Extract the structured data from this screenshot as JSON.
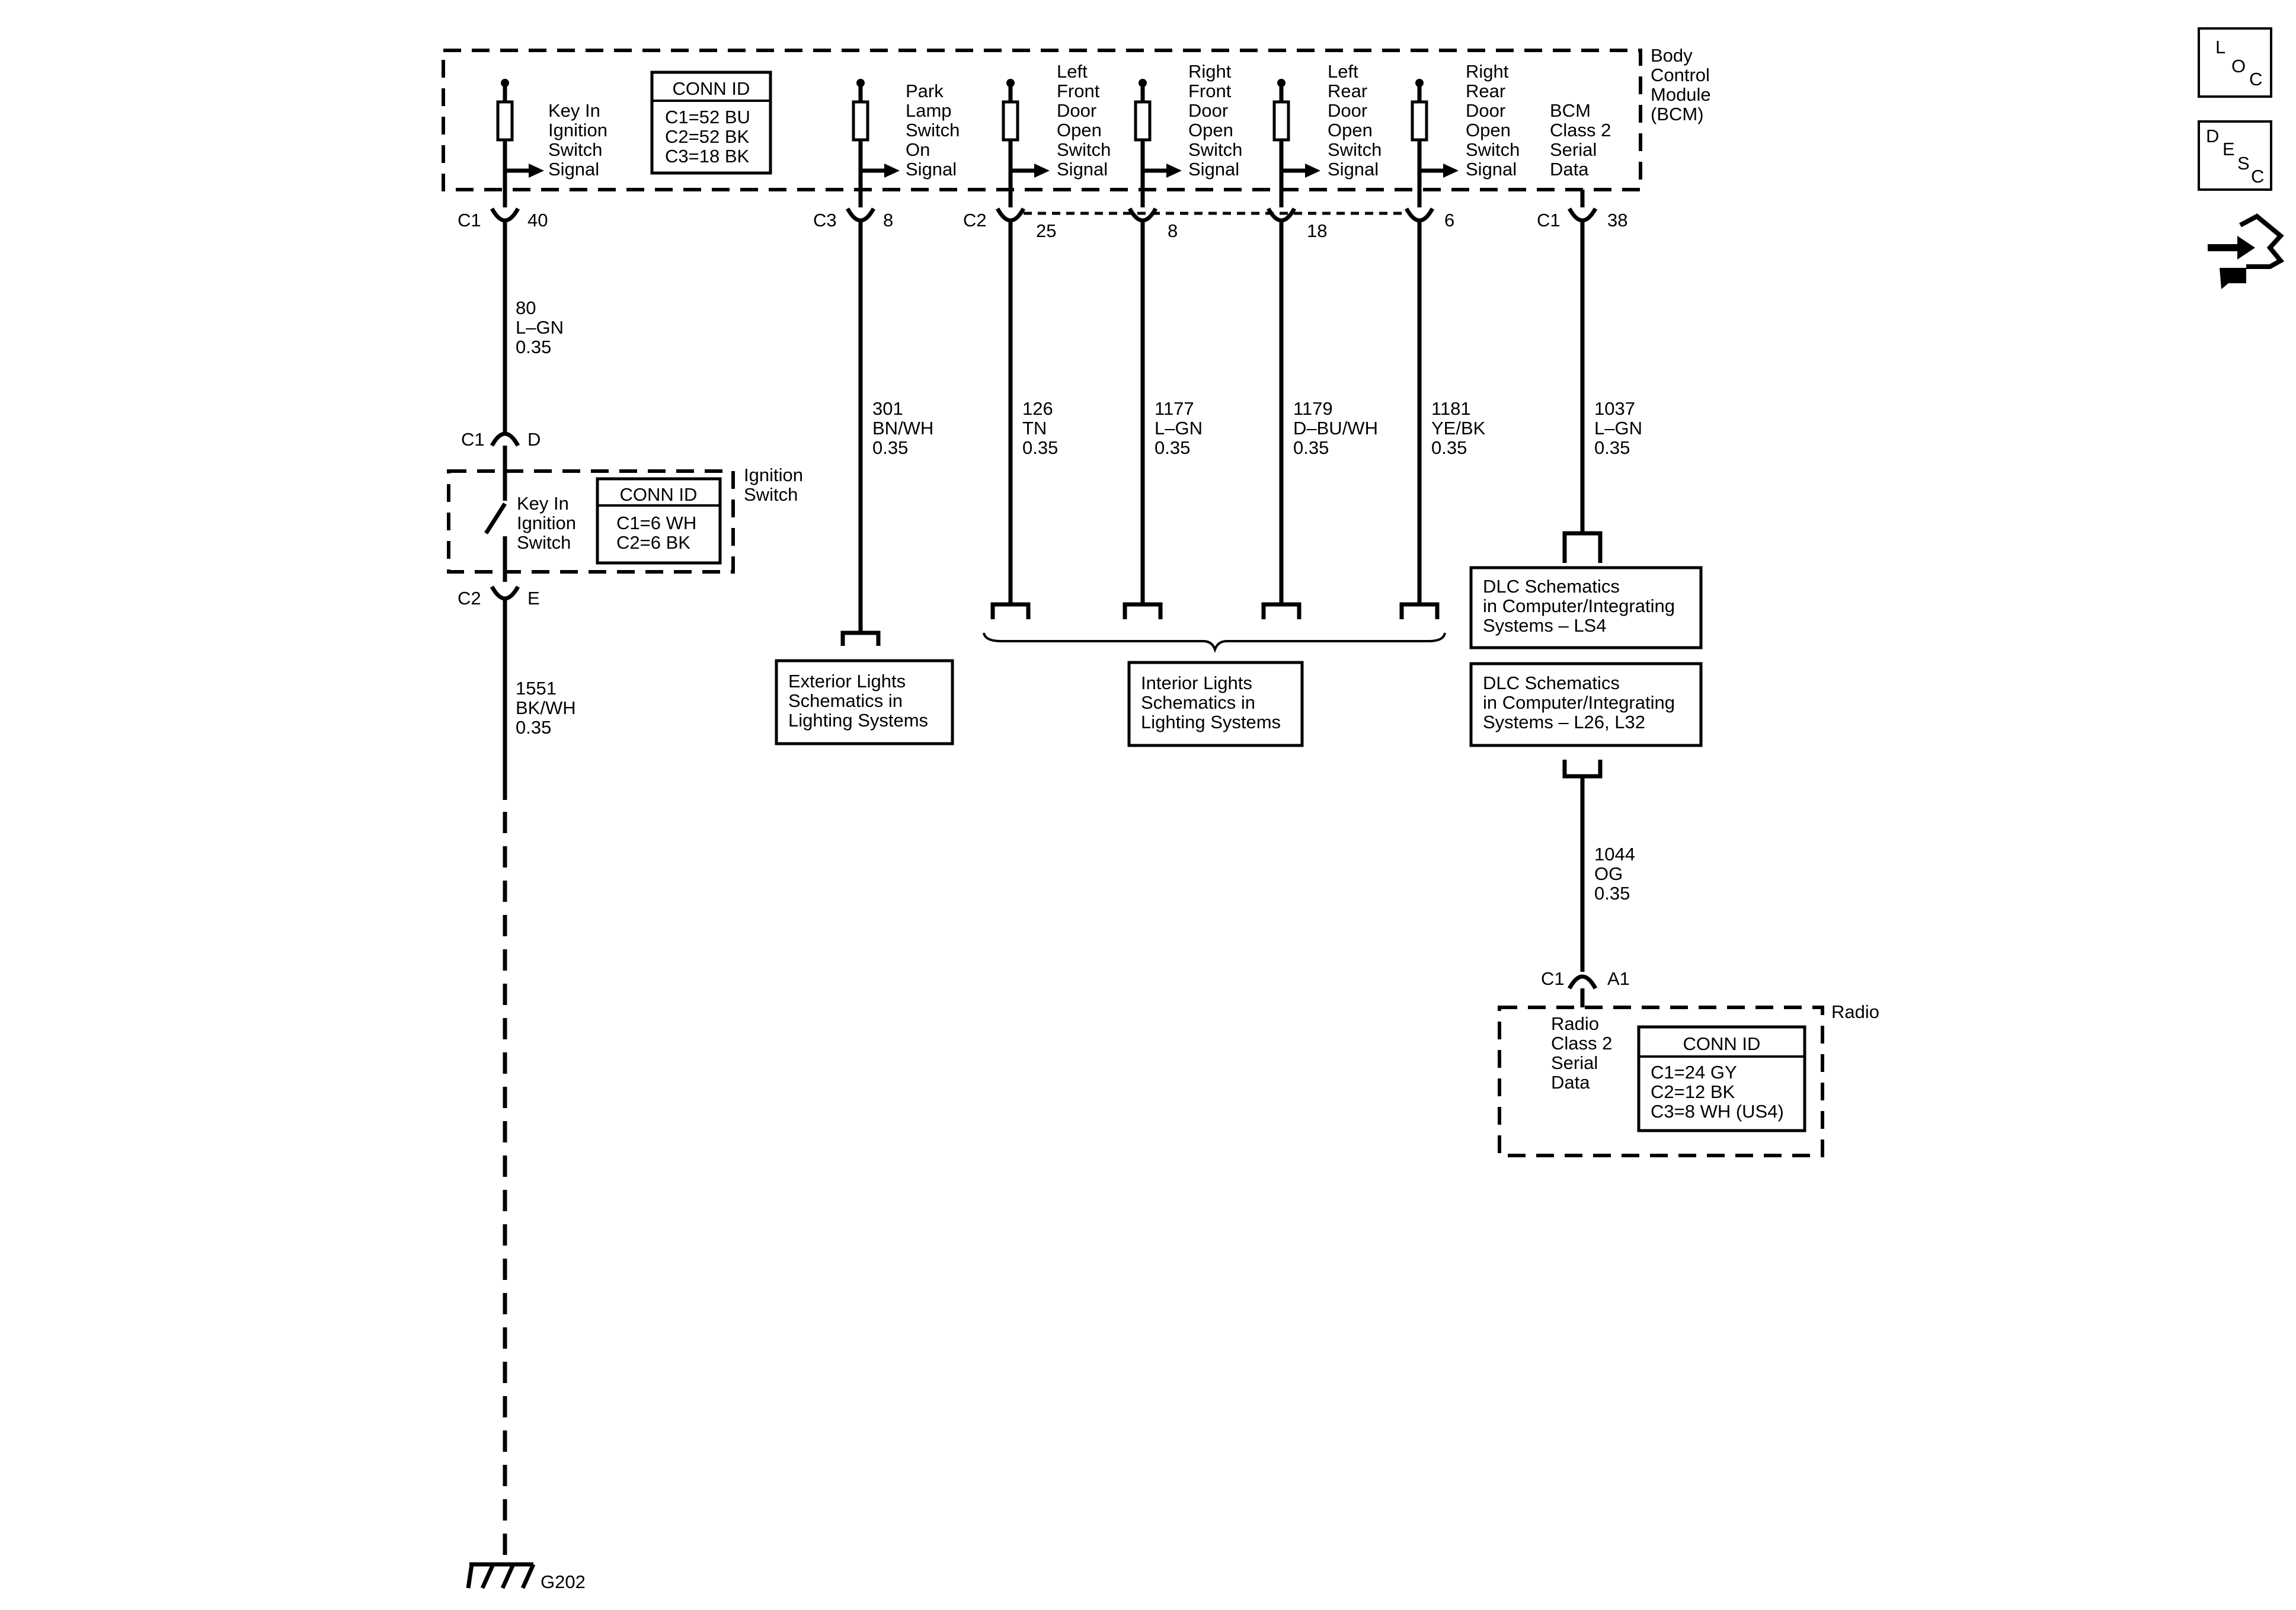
{
  "bcm": {
    "title": [
      "Body",
      "Control",
      "Module",
      "(BCM)"
    ],
    "conn_id": {
      "header": "CONN ID",
      "lines": [
        "C1=52 BU",
        "C2=52 BK",
        "C3=18 BK"
      ]
    }
  },
  "circuits": [
    {
      "id": "key-in",
      "signal": [
        "Key In",
        "Ignition",
        "Switch",
        "Signal"
      ],
      "connector": "C1",
      "pin": "40",
      "wire": [
        "80",
        "L–GN",
        "0.35"
      ]
    },
    {
      "id": "park-lamp",
      "signal": [
        "Park",
        "Lamp",
        "Switch",
        "On",
        "Signal"
      ],
      "connector": "C3",
      "pin": "8",
      "wire": [
        "301",
        "BN/WH",
        "0.35"
      ]
    },
    {
      "id": "lf-door",
      "signal": [
        "Left",
        "Front",
        "Door",
        "Open",
        "Switch",
        "Signal"
      ],
      "connector": "C2",
      "pin": "25",
      "wire": [
        "126",
        "TN",
        "0.35"
      ]
    },
    {
      "id": "rf-door",
      "signal": [
        "Right",
        "Front",
        "Door",
        "Open",
        "Switch",
        "Signal"
      ],
      "connector": "",
      "pin": "8",
      "wire": [
        "1177",
        "L–GN",
        "0.35"
      ]
    },
    {
      "id": "lr-door",
      "signal": [
        "Left",
        "Rear",
        "Door",
        "Open",
        "Switch",
        "Signal"
      ],
      "connector": "",
      "pin": "18",
      "wire": [
        "1179",
        "D–BU/WH",
        "0.35"
      ]
    },
    {
      "id": "rr-door",
      "signal": [
        "Right",
        "Rear",
        "Door",
        "Open",
        "Switch",
        "Signal"
      ],
      "connector": "",
      "pin": "6",
      "wire": [
        "1181",
        "YE/BK",
        "0.35"
      ]
    },
    {
      "id": "class2",
      "signal": [
        "BCM",
        "Class 2",
        "Serial",
        "Data"
      ],
      "connector": "C1",
      "pin": "38",
      "wire": [
        "1037",
        "L–GN",
        "0.35"
      ]
    }
  ],
  "ignition_switch": {
    "title": [
      "Ignition",
      "Switch"
    ],
    "label": [
      "Key In",
      "Ignition",
      "Switch"
    ],
    "top_connector": "C1",
    "top_pin": "D",
    "bottom_connector": "C2",
    "bottom_pin": "E",
    "conn_id": {
      "header": "CONN ID",
      "lines": [
        "C1=6 WH",
        "C2=6 BK"
      ]
    },
    "ground_wire": [
      "1551",
      "BK/WH",
      "0.35"
    ]
  },
  "ground": {
    "label": "G202"
  },
  "references": {
    "exterior": [
      "Exterior Lights",
      "Schematics in",
      "Lighting Systems"
    ],
    "interior": [
      "Interior Lights",
      "Schematics in",
      "Lighting Systems"
    ],
    "dlc_ls4": [
      "DLC Schematics",
      "in Computer/Integrating",
      "Systems – LS4"
    ],
    "dlc_l26": [
      "DLC Schematics",
      "in Computer/Integrating",
      "Systems – L26, L32"
    ]
  },
  "radio": {
    "title": "Radio",
    "label": [
      "Radio",
      "Class 2",
      "Serial",
      "Data"
    ],
    "connector": "C1",
    "pin": "A1",
    "wire": [
      "1044",
      "OG",
      "0.35"
    ],
    "conn_id": {
      "header": "CONN ID",
      "lines": [
        "C1=24 GY",
        "C2=12 BK",
        "C3=8 WH (US4)"
      ]
    }
  },
  "side_icons": {
    "loc": [
      "L",
      "O",
      "C"
    ],
    "desc": [
      "D",
      "E",
      "S",
      "C"
    ],
    "tool": "connector-end-view-icon"
  }
}
